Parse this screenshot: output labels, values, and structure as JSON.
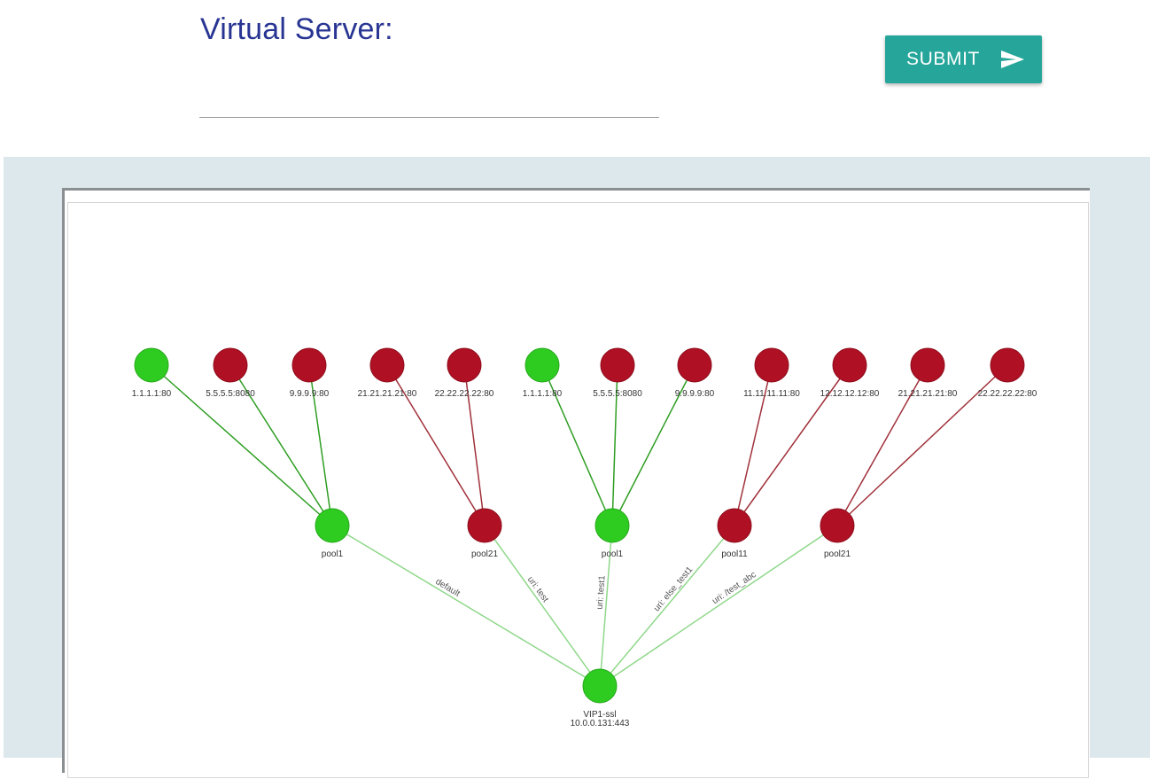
{
  "header": {
    "title": "Virtual Server:",
    "input_value": "",
    "submit_label": "SUBMIT"
  },
  "colors": {
    "title": "#283593",
    "submit": "#26a69a",
    "up": "#2ecc21",
    "down": "#b01024",
    "up_link": "#2e9e22",
    "down_link": "#a0303a",
    "vip_link": "#8fd88a",
    "panel": "#dce8ec"
  },
  "graph": {
    "members": [
      {
        "label": "1.1.1.1:80",
        "status": "up",
        "pool": 0
      },
      {
        "label": "5.5.5.5:8080",
        "status": "down",
        "pool": 0
      },
      {
        "label": "9.9.9.9:80",
        "status": "down",
        "pool": 0
      },
      {
        "label": "21.21.21.21:80",
        "status": "down",
        "pool": 1
      },
      {
        "label": "22.22.22.22:80",
        "status": "down",
        "pool": 1
      },
      {
        "label": "1.1.1.1:80",
        "status": "up",
        "pool": 2
      },
      {
        "label": "5.5.5.5:8080",
        "status": "down",
        "pool": 2
      },
      {
        "label": "9.9.9.9:80",
        "status": "down",
        "pool": 2
      },
      {
        "label": "11.11.11.11:80",
        "status": "down",
        "pool": 3
      },
      {
        "label": "12.12.12.12:80",
        "status": "down",
        "pool": 3
      },
      {
        "label": "21.21.21.21:80",
        "status": "down",
        "pool": 4
      },
      {
        "label": "22.22.22.22:80",
        "status": "down",
        "pool": 4
      }
    ],
    "pools": [
      {
        "label": "pool1",
        "status": "up",
        "rule": "default"
      },
      {
        "label": "pool21",
        "status": "down",
        "rule": "uri: test"
      },
      {
        "label": "pool1",
        "status": "up",
        "rule": "uri: test1"
      },
      {
        "label": "pool11",
        "status": "down",
        "rule": "uri: else_test1"
      },
      {
        "label": "pool21",
        "status": "down",
        "rule": "uri: /test_abc"
      }
    ],
    "vip": {
      "name": "VIP1-ssl",
      "address": "10.0.0.131:443",
      "status": "up"
    }
  }
}
